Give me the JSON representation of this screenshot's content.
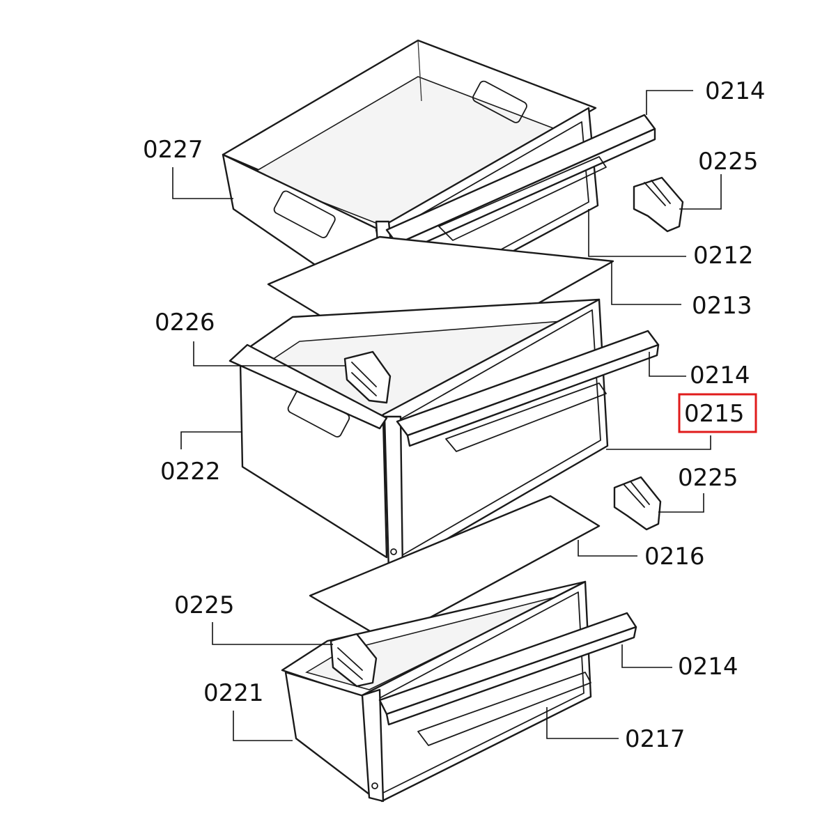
{
  "diagram": {
    "callouts": [
      {
        "id": "c0214a",
        "label": "0214"
      },
      {
        "id": "c0225a",
        "label": "0225"
      },
      {
        "id": "c0227",
        "label": "0227"
      },
      {
        "id": "c0212",
        "label": "0212"
      },
      {
        "id": "c0213",
        "label": "0213"
      },
      {
        "id": "c0226",
        "label": "0226"
      },
      {
        "id": "c0214b",
        "label": "0214"
      },
      {
        "id": "c0215",
        "label": "0215"
      },
      {
        "id": "c0222",
        "label": "0222"
      },
      {
        "id": "c0225b",
        "label": "0225"
      },
      {
        "id": "c0216",
        "label": "0216"
      },
      {
        "id": "c0225c",
        "label": "0225"
      },
      {
        "id": "c0214c",
        "label": "0214"
      },
      {
        "id": "c0221",
        "label": "0221"
      },
      {
        "id": "c0217",
        "label": "0217"
      }
    ],
    "highlighted": "0215",
    "highlight_color": "#e01b1b",
    "line_color": "#1a1a1a"
  }
}
